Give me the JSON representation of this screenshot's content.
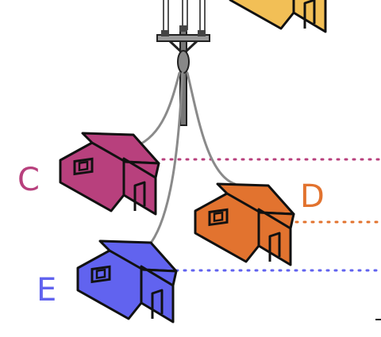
{
  "houses": [
    {
      "id": "C",
      "label": "C",
      "color": "#b8407d"
    },
    {
      "id": "D",
      "label": "D",
      "color": "#e2732f"
    },
    {
      "id": "E",
      "label": "E",
      "color": "#6163ef"
    },
    {
      "id": "top",
      "label": "",
      "color": "#f2bf56"
    }
  ],
  "colors": {
    "outline": "#111111",
    "cable": "#8a8a8a",
    "pole": "#555555"
  }
}
